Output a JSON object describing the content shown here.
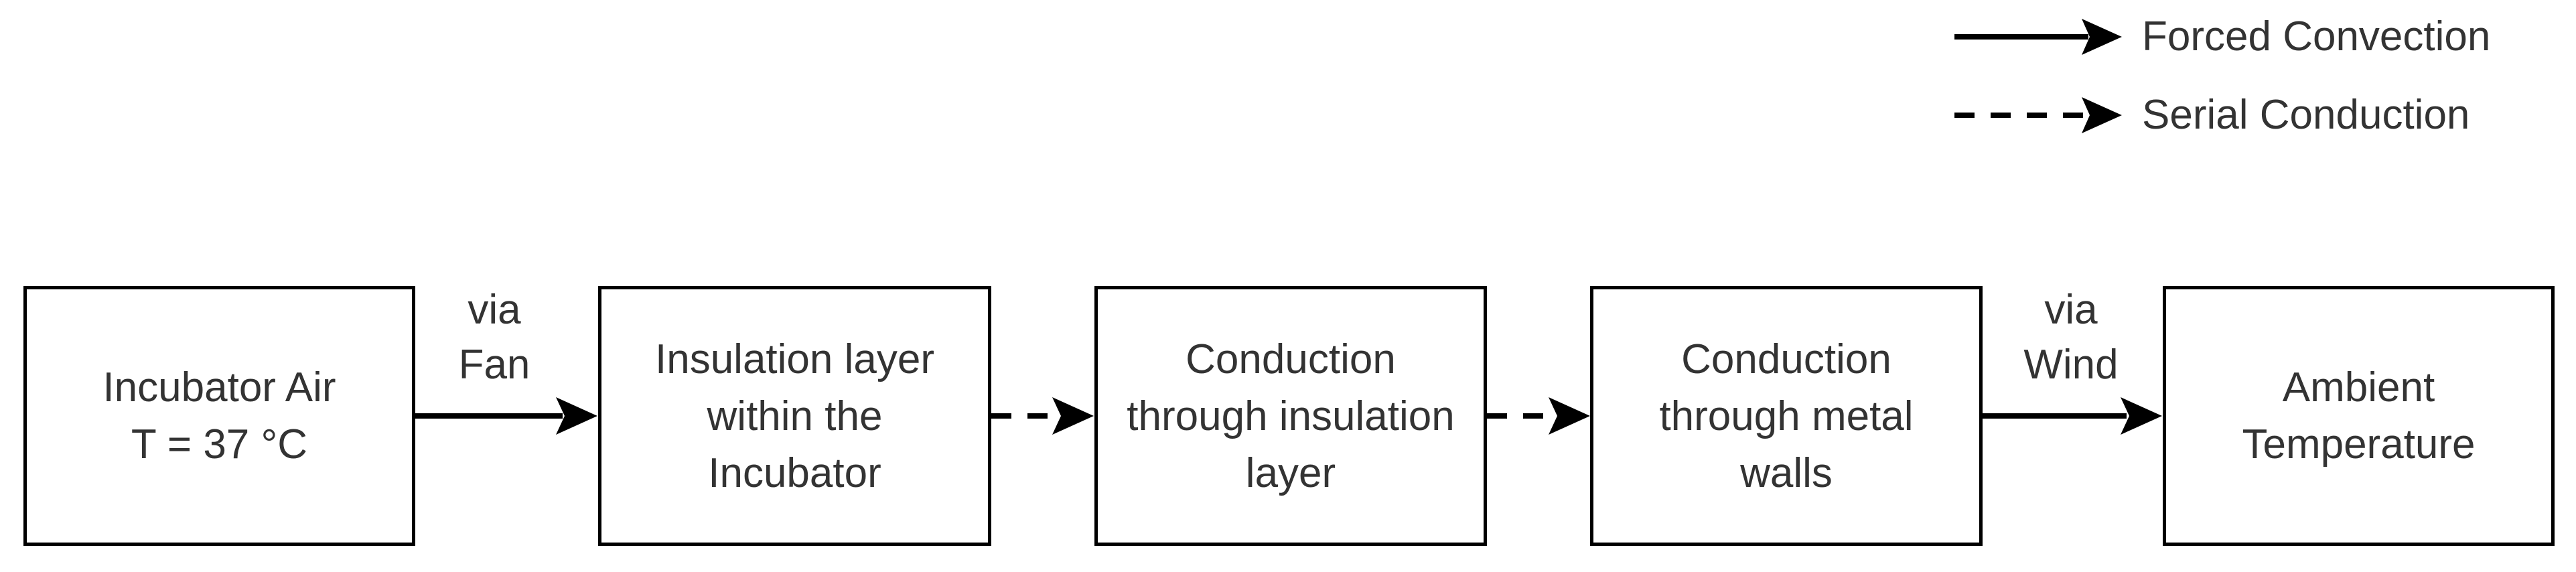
{
  "legend": {
    "forced_convection": "Forced Convection",
    "serial_conduction": "Serial Conduction"
  },
  "nodes": [
    {
      "id": "incubator-air",
      "label": "Incubator Air\nT = 37 °C"
    },
    {
      "id": "insulation-layer",
      "label": "Insulation layer\nwithin the\nIncubator"
    },
    {
      "id": "conduction-insulation",
      "label": "Conduction\nthrough insulation\nlayer"
    },
    {
      "id": "conduction-metal",
      "label": "Conduction\nthrough metal\nwalls"
    },
    {
      "id": "ambient",
      "label": "Ambient\nTemperature"
    }
  ],
  "edges": [
    {
      "from": "incubator-air",
      "to": "insulation-layer",
      "style": "solid",
      "label": "via\nFan"
    },
    {
      "from": "insulation-layer",
      "to": "conduction-insulation",
      "style": "dashed",
      "label": ""
    },
    {
      "from": "conduction-insulation",
      "to": "conduction-metal",
      "style": "dashed",
      "label": ""
    },
    {
      "from": "conduction-metal",
      "to": "ambient",
      "style": "solid",
      "label": "via\nWind"
    }
  ],
  "colors": {
    "stroke": "#000000",
    "text": "#333333",
    "background": "#ffffff"
  }
}
